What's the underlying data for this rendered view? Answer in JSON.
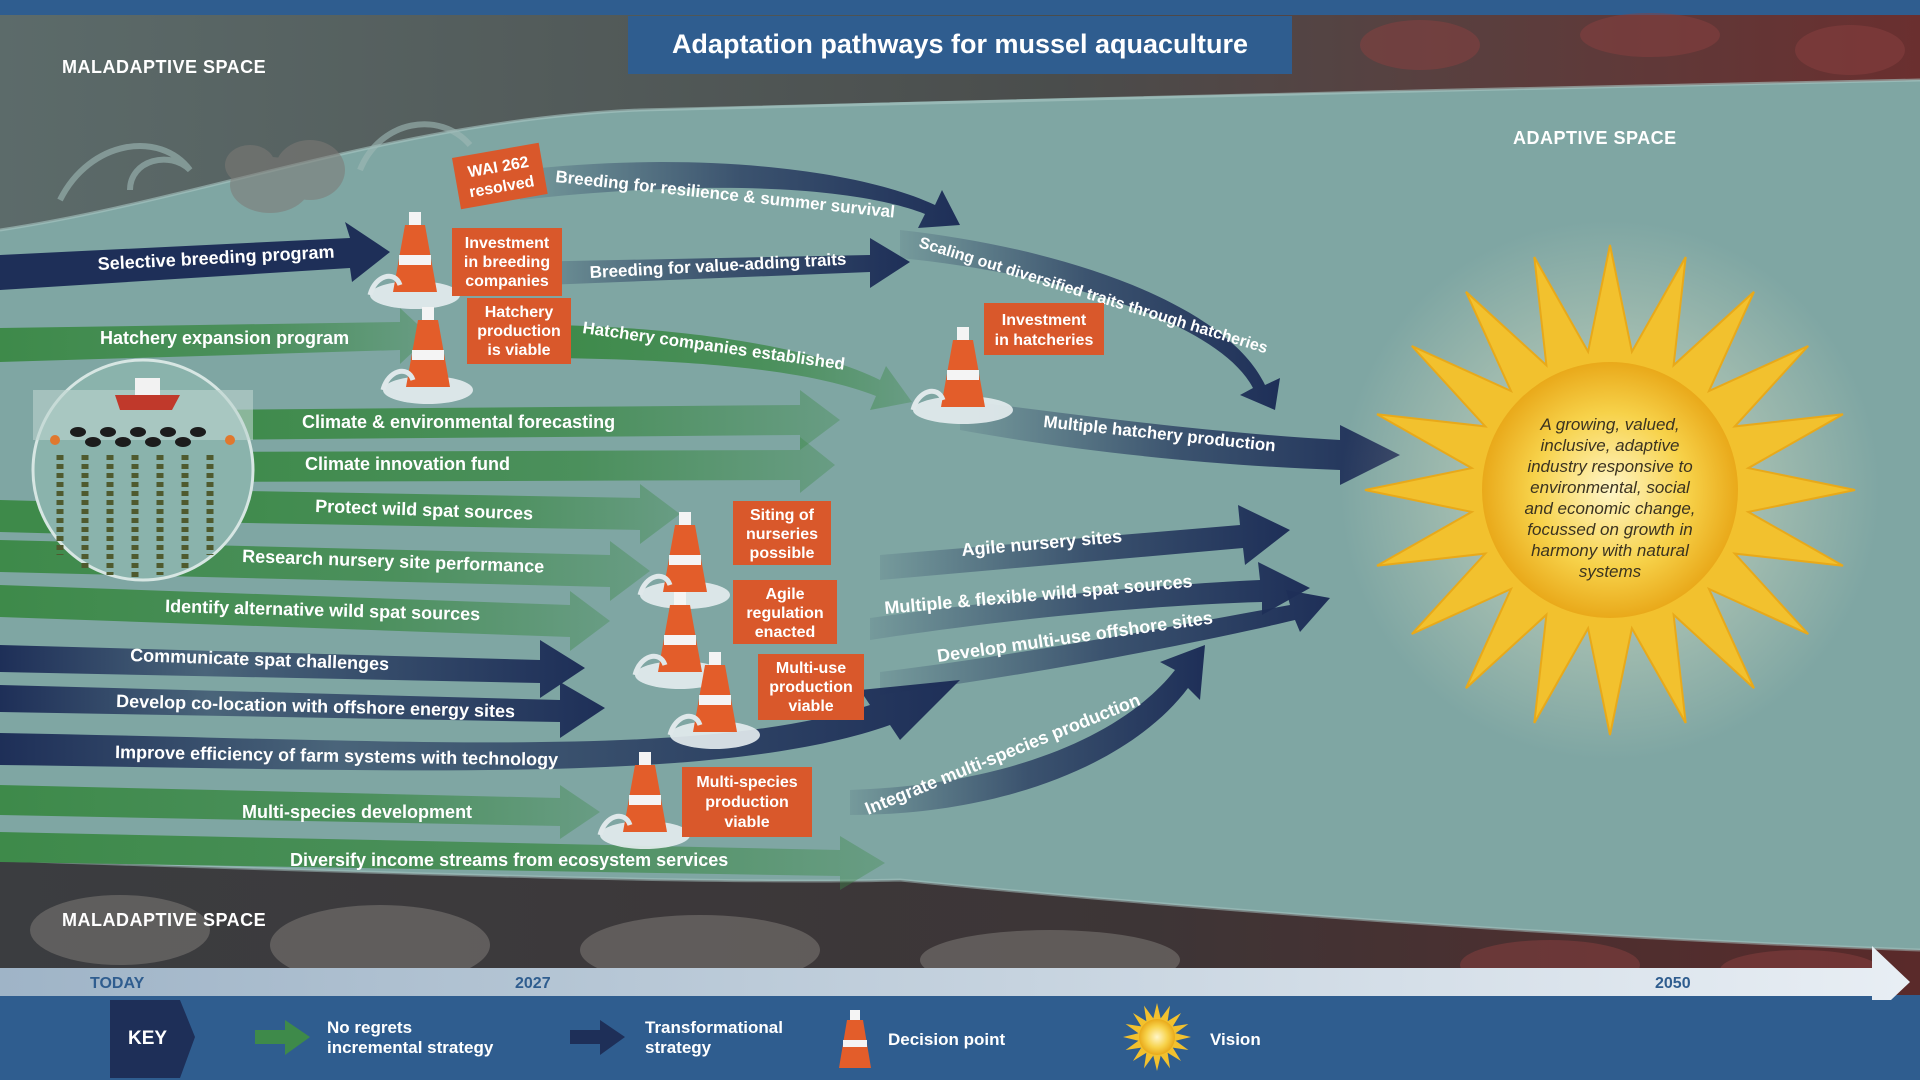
{
  "title": "Adaptation pathways for mussel aquaculture",
  "spaces": {
    "maladaptive_top": "MALADAPTIVE SPACE",
    "adaptive": "ADAPTIVE SPACE",
    "maladaptive_bottom": "MALADAPTIVE SPACE"
  },
  "pathways": {
    "selective_breeding": "Selective breeding program",
    "breeding_resilience": "Breeding for resilience & summer survival",
    "breeding_value": "Breeding for value-adding traits",
    "scaling_out": "Scaling out diversified traits through hatcheries",
    "hatchery_expansion": "Hatchery expansion program",
    "hatchery_companies": "Hatchery companies established",
    "multiple_hatchery": "Multiple hatchery production",
    "climate_forecasting": "Climate & environmental forecasting",
    "climate_fund": "Climate innovation fund",
    "protect_spat": "Protect wild spat sources",
    "research_nursery": "Research nursery site performance",
    "identify_spat": "Identify alternative wild spat sources",
    "communicate_spat": "Communicate spat challenges",
    "develop_colocation": "Develop co-location with offshore energy sites",
    "improve_efficiency": "Improve efficiency of farm systems with technology",
    "multi_species_dev": "Multi-species development",
    "diversify_income": "Diversify income streams from ecosystem services",
    "agile_nursery": "Agile nursery sites",
    "multiple_flexible": "Multiple & flexible wild spat sources",
    "develop_offshore": "Develop multi-use offshore sites",
    "integrate_multi": "Integrate multi-species production"
  },
  "decisions": {
    "wai262": [
      "WAI 262",
      "resolved"
    ],
    "investment_breeding": [
      "Investment",
      "in breeding",
      "companies"
    ],
    "hatchery_viable": [
      "Hatchery",
      "production",
      "is viable"
    ],
    "investment_hatcheries": [
      "Investment",
      "in hatcheries"
    ],
    "siting_nurseries": [
      "Siting of",
      "nurseries",
      "possible"
    ],
    "agile_regulation": [
      "Agile",
      "regulation",
      "enacted"
    ],
    "multi_use_viable": [
      "Multi-use",
      "production",
      "viable"
    ],
    "multi_species_viable": [
      "Multi-species",
      "production",
      "viable"
    ]
  },
  "vision": [
    "A growing, valued,",
    "inclusive, adaptive",
    "industry responsive to",
    "environmental, social",
    "and economic change,",
    "focussed on growth in",
    "harmony with natural",
    "systems"
  ],
  "timeline": {
    "start": "TODAY",
    "mid": "2027",
    "end": "2050"
  },
  "key": {
    "title": "KEY",
    "incremental": [
      "No regrets",
      "incremental strategy"
    ],
    "transformational": [
      "Transformational",
      "strategy"
    ],
    "decision": "Decision point",
    "vision": "Vision"
  },
  "colors": {
    "navy": "#1e2f58",
    "green": "#3e8a4a",
    "orange": "#d9582b",
    "sun": "#f2c12e",
    "header": "#2f5d8f",
    "water": "#7fa6a3"
  }
}
